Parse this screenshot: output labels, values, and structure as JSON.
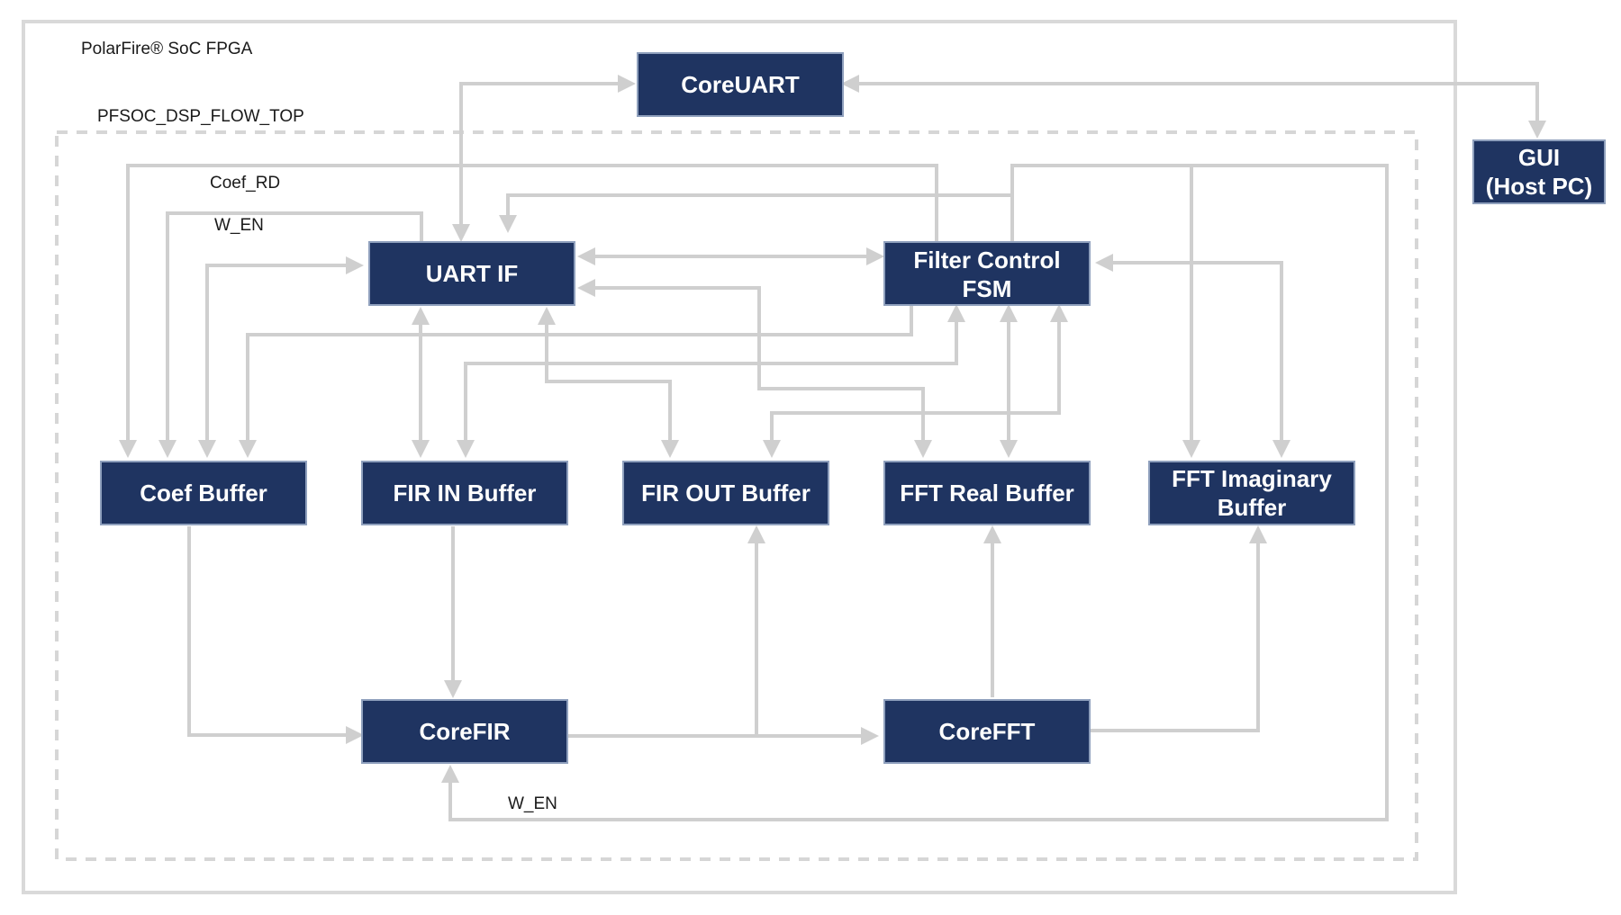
{
  "labels": {
    "outer": "PolarFire® SoC FPGA",
    "inner": "PFSOC_DSP_FLOW_TOP",
    "coef_rd": "Coef_RD",
    "w_en_top": "W_EN",
    "w_en_bottom": "W_EN"
  },
  "blocks": {
    "coreuart": [
      "CoreUART"
    ],
    "gui": [
      "GUI",
      "(Host PC)"
    ],
    "uart_if": [
      "UART IF"
    ],
    "filter_fsm": [
      "Filter Control",
      "FSM"
    ],
    "coef_buffer": [
      "Coef Buffer"
    ],
    "fir_in": [
      "FIR IN Buffer"
    ],
    "fir_out": [
      "FIR OUT Buffer"
    ],
    "fft_real": [
      "FFT Real Buffer"
    ],
    "fft_imag": [
      "FFT Imaginary",
      "Buffer"
    ],
    "corefir": [
      "CoreFIR"
    ],
    "corefft": [
      "CoreFFT"
    ]
  },
  "colors": {
    "block_fill": "#1f3461",
    "block_border": "#8fa0bd",
    "wire": "#cfcfcf",
    "frame": "#d9d9d9"
  }
}
